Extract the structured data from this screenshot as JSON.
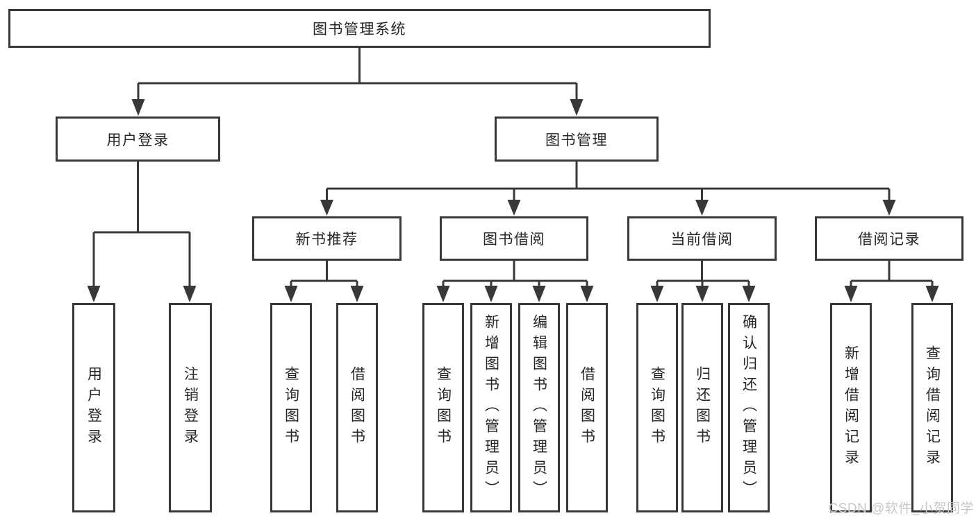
{
  "nodes": {
    "root": "图书管理系统",
    "level2": [
      "用户登录",
      "图书管理"
    ],
    "level3": [
      "新书推荐",
      "图书借阅",
      "当前借阅",
      "借阅记录"
    ],
    "leaves": [
      "用户登录",
      "注销登录",
      "查询图书",
      "借阅图书",
      "查询图书",
      "新增图书（管理员）",
      "编辑图书（管理员）",
      "借阅图书",
      "查询图书",
      "归还图书",
      "确认归还（管理员）",
      "新增借阅记录",
      "查询借阅记录"
    ]
  },
  "hierarchy": {
    "图书管理系统": [
      "用户登录",
      "图书管理"
    ],
    "用户登录": [
      "用户登录",
      "注销登录"
    ],
    "图书管理": [
      "新书推荐",
      "图书借阅",
      "当前借阅",
      "借阅记录"
    ],
    "新书推荐": [
      "查询图书",
      "借阅图书"
    ],
    "图书借阅": [
      "查询图书",
      "新增图书（管理员）",
      "编辑图书（管理员）",
      "借阅图书"
    ],
    "当前借阅": [
      "查询图书",
      "归还图书",
      "确认归还（管理员）"
    ],
    "借阅记录": [
      "新增借阅记录",
      "查询借阅记录"
    ]
  },
  "watermark": "CSDN @软件_小贺同学",
  "colors": {
    "line": "#383838",
    "text": "#262626",
    "watermark": "#c4c7cb",
    "background": "#ffffff"
  }
}
